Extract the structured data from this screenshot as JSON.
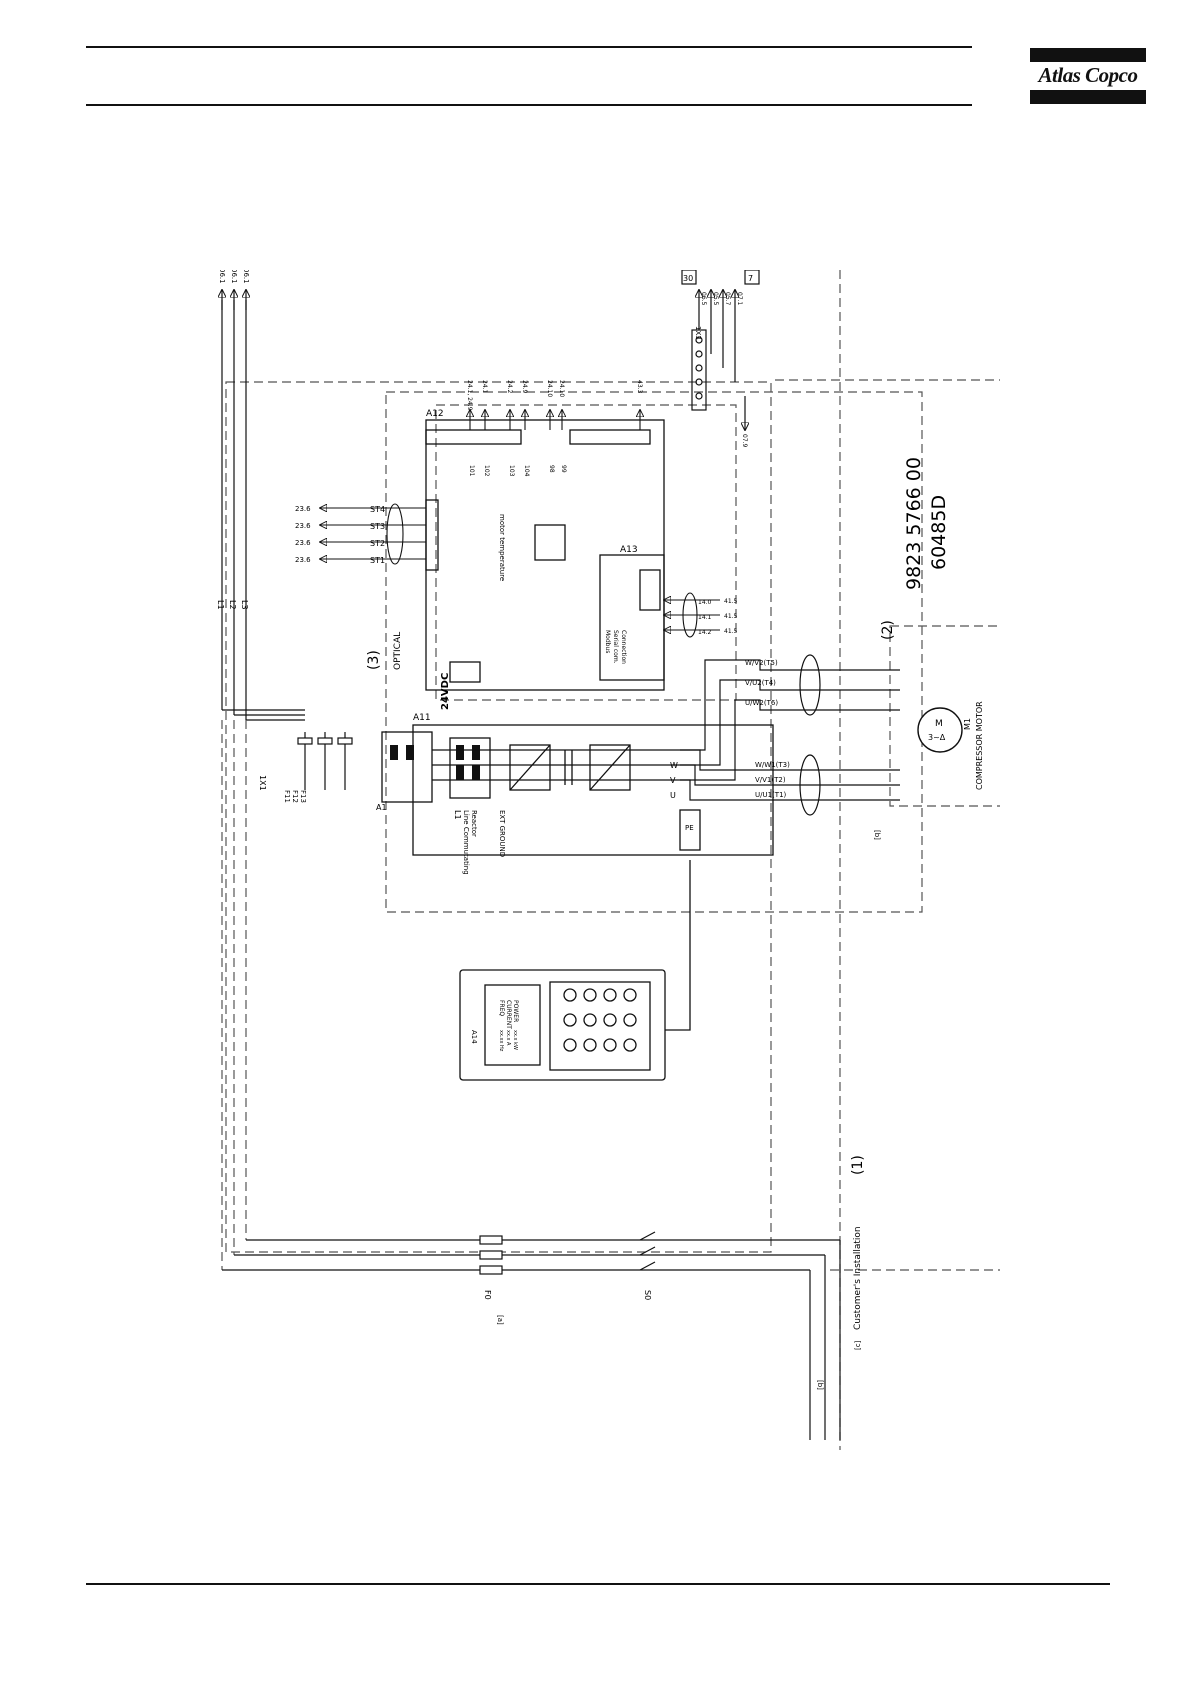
{
  "header": {
    "logo_text": "Atlas Copco"
  },
  "diagram": {
    "doc_number": "9823 5766 00",
    "revision": "60485D",
    "callouts": [
      "(1)",
      "(2)",
      "(3)"
    ],
    "optical_label": "OPTICAL",
    "voltage_label": "24VDC",
    "customers_installation": "Customer's Installation",
    "compressor_motor": "COMPRESSOR MOTOR",
    "zone_labels": [
      "[a]",
      "[b]",
      "[c]",
      "[b]"
    ],
    "component_tags": {
      "a11": "A11",
      "a12": "A12",
      "a13": "A13",
      "a14": "A14",
      "a1": "A1",
      "m1": "M1",
      "f0": "F0",
      "s0": "S0",
      "x1": "1X1",
      "x3": "1X3",
      "fuses": [
        "F11",
        "F12",
        "F13"
      ],
      "l1": "L1",
      "line_reactor": [
        "Line Commutating",
        "Reactor"
      ],
      "grounding": "EXT GROUND",
      "motor_temp": "motor temperature",
      "modbus": [
        "Modbus",
        "Serial com.",
        "Connection"
      ]
    },
    "phases": [
      "L1",
      "L2",
      "L3"
    ],
    "terminals": [
      "U",
      "V",
      "W",
      "PE"
    ],
    "motor_symbol": [
      "M",
      "3~Δ"
    ],
    "motor_leads": [
      "U/U1(T1)",
      "V/V1(T2)",
      "W/W1(T3)",
      "U/W2(T6)",
      "V/U2(T4)",
      "W/V2(T5)"
    ],
    "signals": [
      "ST1",
      "ST2",
      "ST3",
      "ST4",
      "101",
      "102",
      "103",
      "104",
      "98",
      "99",
      "14.0",
      "14.1",
      "14.2"
    ],
    "cross_refs": {
      "top": [
        "06.1",
        "06.1",
        "06.1"
      ],
      "left": [
        "23.6",
        "23.6",
        "23.6",
        "23.6"
      ],
      "a12_out": [
        "24.1, 24.9",
        "24.1",
        "24.2",
        "24.9",
        "24.10",
        "24.10"
      ],
      "modbus_refs": [
        "41.5",
        "41.5",
        "41.5"
      ],
      "rail": [
        "43.3",
        "07.9"
      ],
      "x3_refs": [
        "06.5",
        "05.5",
        "05.7",
        "07.1"
      ],
      "page_boxes": [
        "30",
        "7"
      ]
    },
    "keypad": {
      "display_lines": [
        "FREQ",
        "CURRENT",
        "POWER"
      ],
      "display_values": [
        "xx.xx Hz",
        "xx.x A",
        "xx.x kW"
      ]
    }
  }
}
